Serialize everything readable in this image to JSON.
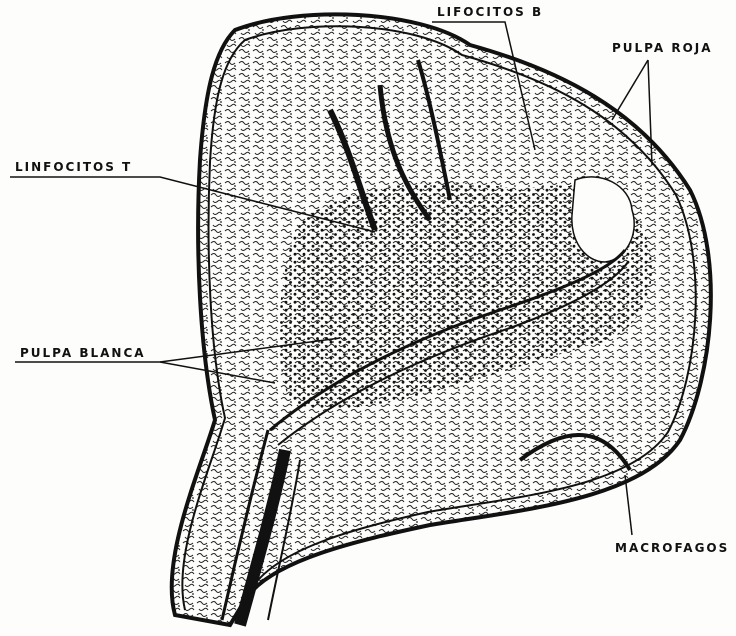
{
  "labels": {
    "lifocitos_b": "LIFOCITOS B",
    "pulpa_roja": "PULPA ROJA",
    "linfocitos_t": "LINFOCITOS T",
    "pulpa_blanca": "PULPA BLANCA",
    "macrofagos": "MACROFAGOS"
  },
  "colors": {
    "ink": "#111111",
    "paper": "#fdfdfc",
    "tissue": "#f6f5f2"
  }
}
